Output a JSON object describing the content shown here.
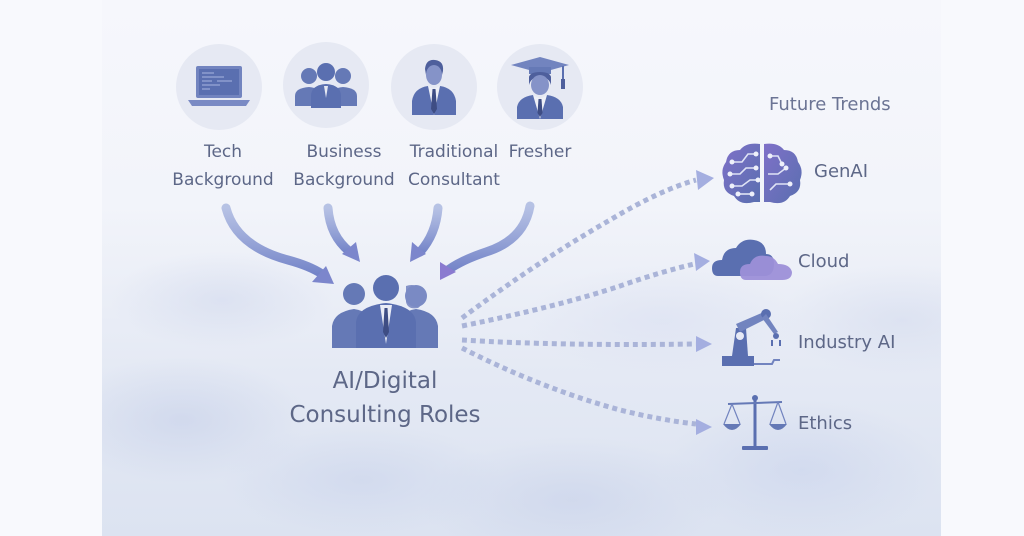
{
  "sources": [
    {
      "id": "tech",
      "label": "Tech\nBackground",
      "icon": "laptop-icon"
    },
    {
      "id": "business",
      "label": "Business\nBackground",
      "icon": "team-icon"
    },
    {
      "id": "traditional",
      "label": "Traditional\nConsultant",
      "icon": "businessman-icon"
    },
    {
      "id": "fresher",
      "label": "Fresher",
      "icon": "graduate-icon"
    }
  ],
  "center": {
    "label": "AI/Digital\nConsulting Roles",
    "icon": "consulting-team-icon"
  },
  "trends": {
    "title": "Future Trends",
    "items": [
      {
        "id": "genai",
        "label": "GenAI",
        "icon": "brain-circuit-icon"
      },
      {
        "id": "cloud",
        "label": "Cloud",
        "icon": "cloud-icon"
      },
      {
        "id": "industry",
        "label": "Industry AI",
        "icon": "robot-arm-icon"
      },
      {
        "id": "ethics",
        "label": "Ethics",
        "icon": "scales-icon"
      }
    ]
  },
  "colors": {
    "icon": "#5a6fb0",
    "icon_light": "#8e9fd4",
    "accent_purple": "#8a7ad0",
    "text": "#5d6787",
    "circle_bg": "#e6e9f3",
    "dotted_arrow": "#aab4d8"
  }
}
